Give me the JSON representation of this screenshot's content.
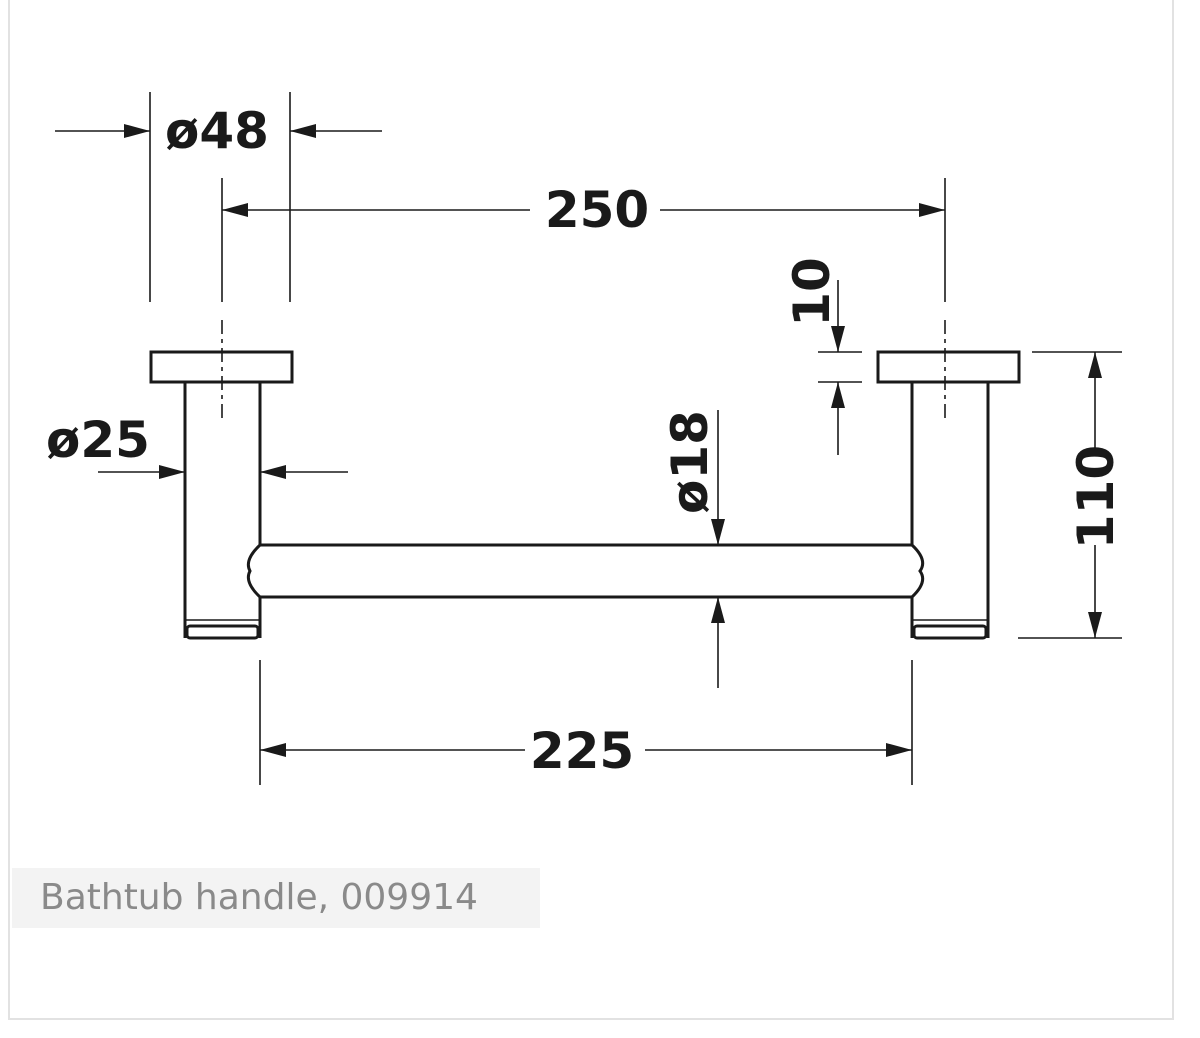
{
  "drawing": {
    "dimensions": {
      "cap_diameter": "ø48",
      "center_distance": "250",
      "cap_thickness": "10",
      "depth": "110",
      "post_diameter": "ø25",
      "bar_diameter": "ø18",
      "inner_width": "225"
    },
    "line_color": "#1a1a1a"
  },
  "caption": "Bathtub handle, 009914"
}
